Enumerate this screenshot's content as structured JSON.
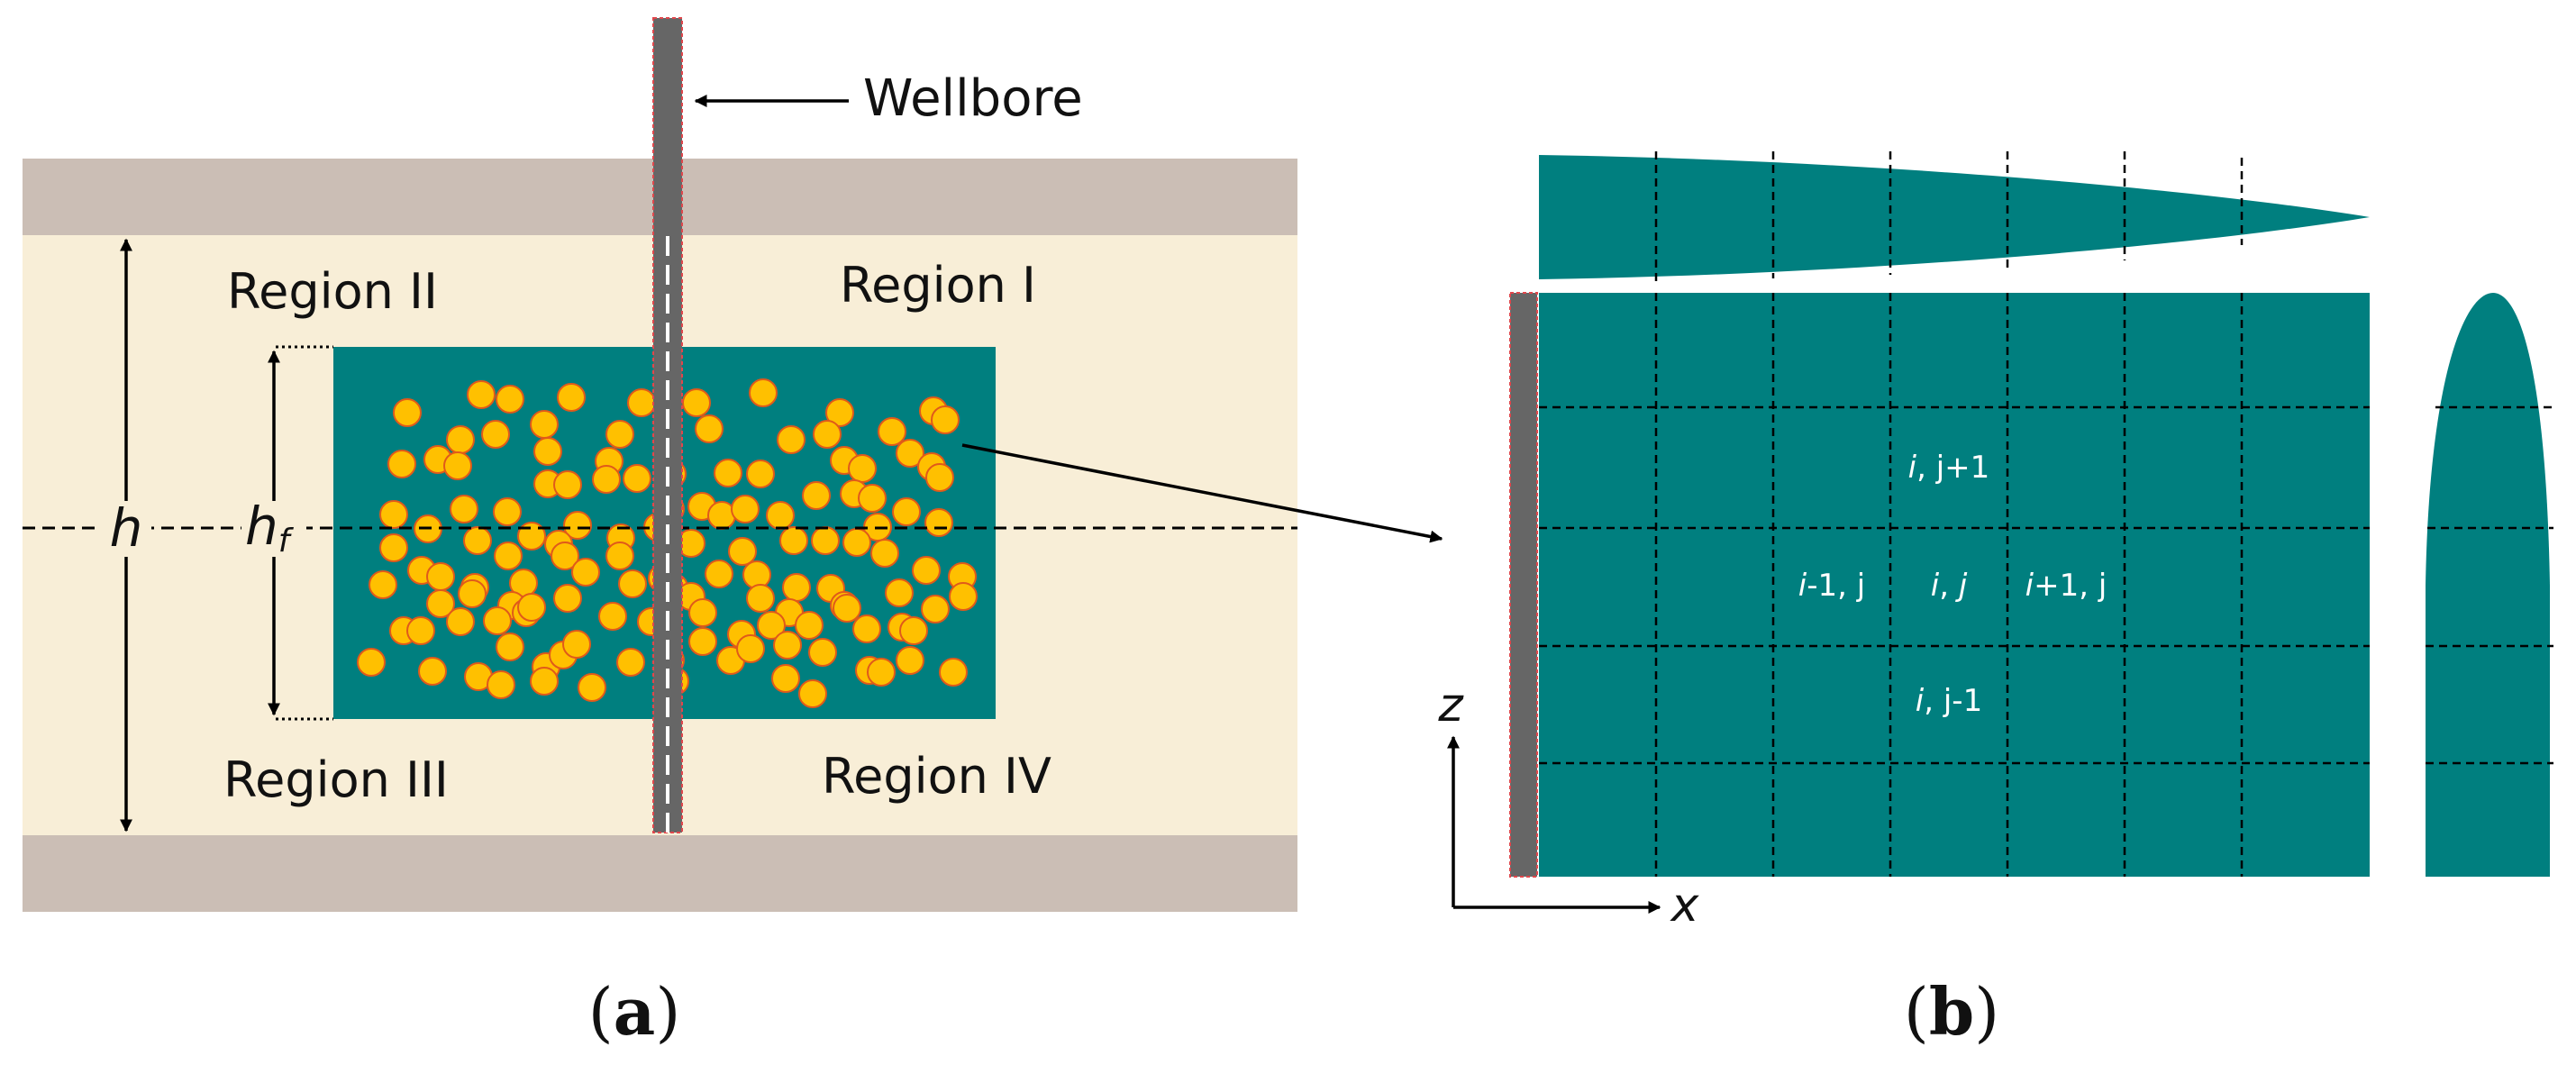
{
  "labels": {
    "wellbore": "Wellbore",
    "region_1": "Region I",
    "region_2": "Region II",
    "region_3": "Region III",
    "region_4": "Region IV",
    "h": "h",
    "hf_base": "h",
    "hf_sub": "f",
    "axis_z": "z",
    "axis_x": "x",
    "cell_top_i": "i",
    "cell_top_rest": ", j+1",
    "cell_left_i": "i",
    "cell_left_rest": "-1, j",
    "cell_center_i": "i",
    "cell_center_sep": ", ",
    "cell_center_j": "j",
    "cell_right_i": "i",
    "cell_right_rest": "+1, j",
    "cell_bottom_i": "i",
    "cell_bottom_rest": ", j-1",
    "caption_a_open": "(",
    "caption_a_letter": "a",
    "caption_a_close": ")",
    "caption_b_open": "(",
    "caption_b_letter": "b",
    "caption_b_close": ")"
  },
  "colors": {
    "cap_rock": "#cbbeb5",
    "reservoir": "#f8eed7",
    "fracture": "#007f7f",
    "wellbore": "#666666",
    "wellbore_edge": "#e0474c",
    "proppant": "#ffc000",
    "proppant_edge": "#e05a1a"
  }
}
